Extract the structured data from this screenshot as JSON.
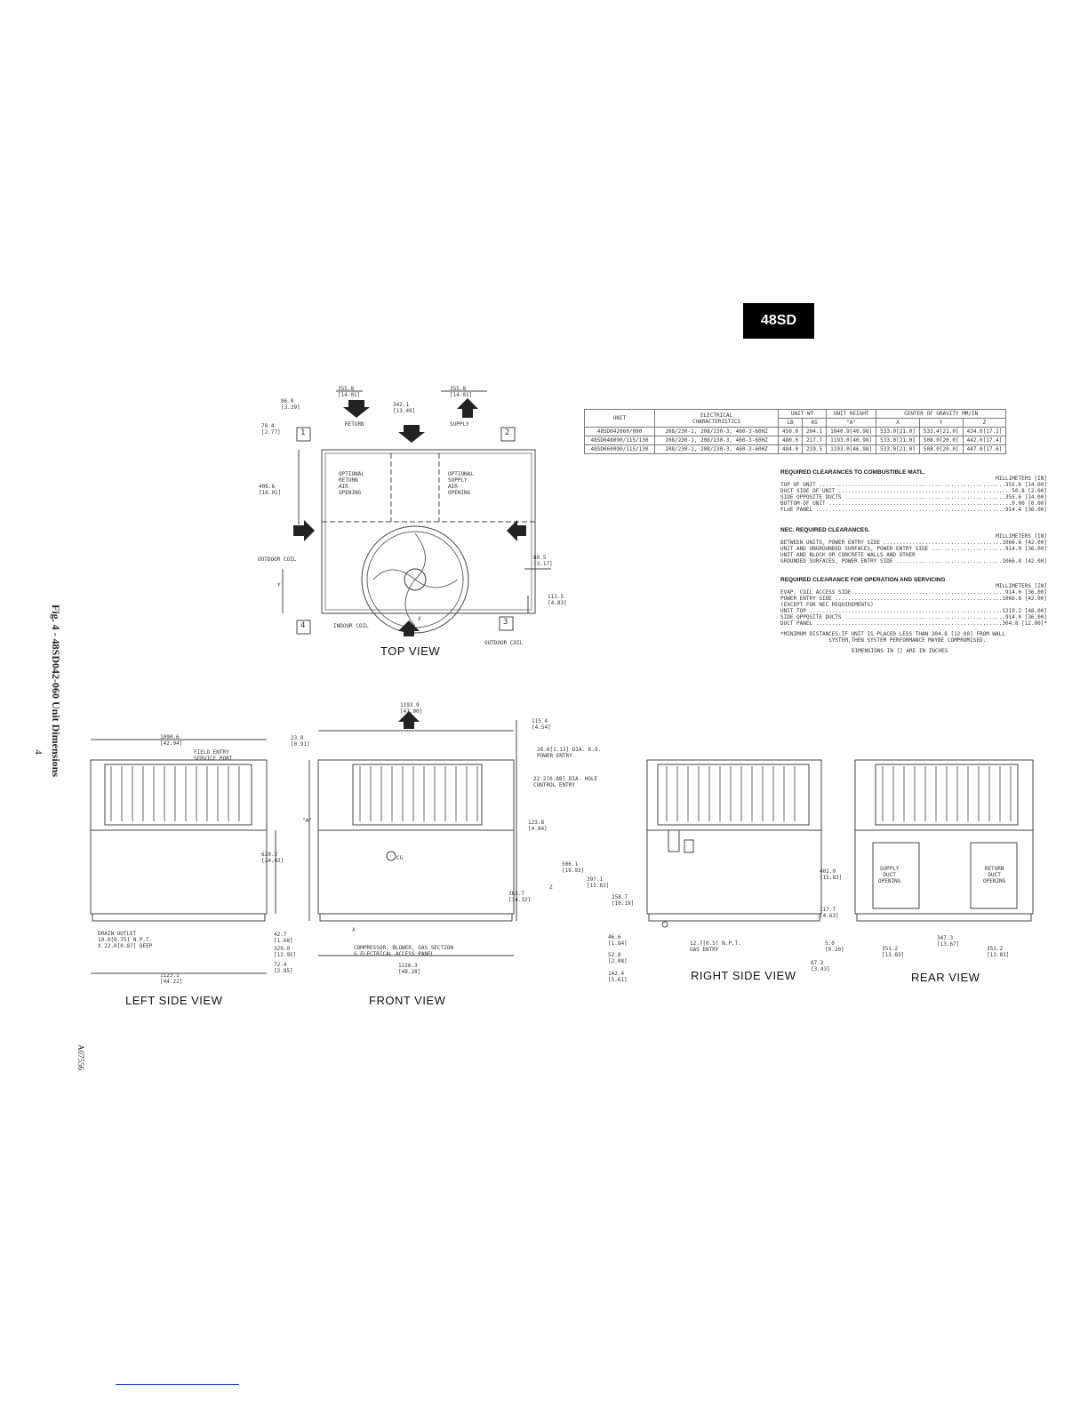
{
  "badge": "48SD",
  "figure": {
    "caption": "Fig. 4 - 48SD042-060 Unit Dimensions",
    "page_number": "4",
    "code": "A07556"
  },
  "views": {
    "top": "TOP VIEW",
    "left": "LEFT SIDE VIEW",
    "front": "FRONT VIEW",
    "right": "RIGHT SIDE VIEW",
    "rear": "REAR VIEW"
  },
  "top_view": {
    "corners": [
      "1",
      "2",
      "3",
      "4"
    ],
    "labels": {
      "return": "RETURN",
      "supply": "SUPPLY",
      "opt_return": "OPTIONAL\nRETURN\nAIR\nOPENING",
      "opt_supply": "OPTIONAL\nSUPPLY\nAIR\nOPENING",
      "outdoor_coil_left": "OUTDOOR COIL",
      "indoor_coil": "INDOOR COIL",
      "outdoor_coil_bottom": "OUTDOOR COIL"
    },
    "dims": {
      "d1": "355.8\n[14.01]",
      "d2": "86.0\n[3.39]",
      "d3": "342.1\n[13.49]",
      "d4": "355.8\n[14.01]",
      "d5": "70.4\n[2.77]",
      "d6": "406.6\n[16.01]",
      "d7": "80.5\n[3.17]",
      "d8": "113.5\n[4.83]",
      "y": "Y",
      "x": "X"
    }
  },
  "spec_table": {
    "headers": [
      "UNIT",
      "ELECTRICAL\nCHARACTERISTICS",
      "UNIT WT",
      "UNIT HEIGHT",
      "CENTER OF GRAVITY MM/IN"
    ],
    "subheaders": [
      "LB",
      "KG",
      "\"A\"",
      "X",
      "Y",
      "Z"
    ],
    "rows": [
      [
        "48SD042060/090",
        "208/230-1, 208/230-3, 460-3-60HZ",
        "450.0",
        "204.1",
        "1040.9[40.98]",
        "533.0[21.0]",
        "533.4[21.0]",
        "434.0[17.1]"
      ],
      [
        "48SD048090/115/130",
        "208/230-1, 208/230-3, 460-3-60HZ",
        "480.0",
        "217.7",
        "1193.0[46.98]",
        "533.0[21.0]",
        "508.0[20.0]",
        "442.0[17.4]"
      ],
      [
        "48SD060090/115/130",
        "208/230-1, 208/230-3, 460-3-60HZ",
        "484.0",
        "219.5",
        "1193.0[46.98]",
        "533.0[21.0]",
        "508.0[20.0]",
        "447.0[17.6]"
      ]
    ]
  },
  "clearances": {
    "combustible": {
      "title": "REQUIRED CLEARANCES TO COMBUSTIBLE MATL.",
      "units": "MILLIMETERS [IN]",
      "rows": [
        [
          "TOP OF UNIT",
          "355.6 [14.00]"
        ],
        [
          "DUCT SIDE OF UNIT",
          "50.8 [2.00]"
        ],
        [
          "SIDE OPPOSITE DUCTS",
          "355.6 [14.00]"
        ],
        [
          "BOTTOM OF UNIT",
          "0.00 [0.00]"
        ],
        [
          "FLUE PANEL",
          "914.4 [36.00]"
        ]
      ]
    },
    "nec": {
      "title": "NEC. REQUIRED CLEARANCES.",
      "units": "MILLIMETERS [IN]",
      "rows": [
        [
          "BETWEEN UNITS, POWER ENTRY SIDE",
          "1066.8 [42.00]"
        ],
        [
          "UNIT AND UNGROUNDED SURFACES, POWER ENTRY SIDE",
          "914.0 [36.00]"
        ],
        [
          "UNIT AND BLOCK OR CONCRETE WALLS AND OTHER",
          ""
        ],
        [
          "GROUNDED SURFACES, POWER ENTRY SIDE",
          "1066.8 [42.00]"
        ]
      ]
    },
    "service": {
      "title": "REQUIRED CLEARANCE FOR OPERATION AND SERVICING",
      "units": "MILLIMETERS [IN]",
      "rows": [
        [
          "EVAP. COIL ACCESS SIDE",
          "914.0 [36.00]"
        ],
        [
          "POWER ENTRY SIDE",
          "1066.8 [42.00]"
        ],
        [
          "(EXCEPT FOR NEC REQUIREMENTS)",
          ""
        ],
        [
          "UNIT TOP",
          "1219.2 [48.00]"
        ],
        [
          "SIDE OPPOSITE DUCTS",
          "914.0 [36.00]"
        ],
        [
          "DUCT PANEL",
          "304.8 [12.00]*"
        ]
      ]
    },
    "note": "*MINIMUM DISTANCES:IF UNIT IS PLACED LESS THAN 304.8 [12.00] FROM WALL\n               SYSTEM,THEN SYSTEM PERFORMANCE MAYBE COMPROMISED.",
    "dims_note": "DIMENSIONS IN [] ARE IN INCHES"
  },
  "side_views": {
    "left": {
      "width_top": "1090.6\n[42.94]",
      "field_entry": "FIELD ENTRY\nSERVICE PORT",
      "h1": "620.2\n[24.42]",
      "drain": "DRAIN OUTLET\n19.0[0.75] N.P.T.\nX 22.0[0.87] DEEP",
      "d_427": "42.7\n[1.68]",
      "d_329": "329.0\n[12.95]",
      "d_724": "72.4\n[2.85]",
      "width_bottom": "1123.1\n[44.22]"
    },
    "front": {
      "width_top": "1193.9\n[47.00]",
      "d_230": "23.0\n[0.91]",
      "d_1154": "115.4\n[4.54]",
      "a": "\"A\"",
      "d_1238": "123.8\n[4.84]",
      "z": "Z",
      "d_3637": "363.7\n[14.32]",
      "cg": "CG",
      "x": "X",
      "compressor": "COMPRESSOR, BLOWER, GAS SECTION\n& ELECTRICAL ACCESS PANEL",
      "width_bottom": "1226.3\n[48.28]"
    },
    "right": {
      "power_entry": "28.6[1.13] DIA. K.O.\nPOWER ENTRY",
      "control_entry": "22.2[0.88] DIA. HOLE\nCONTROL ENTRY",
      "d_5061": "506.1\n[19.93]",
      "d_3971": "397.1\n[15.63]",
      "d_2587": "258.7\n[10.19]",
      "d_466": "46.6\n[1.84]",
      "d_528": "52.8\n[2.08]",
      "d_1424": "142.4\n[5.61]",
      "gas_entry": "12.7[0.5] N.P.T.\nGAS ENTRY"
    },
    "rear": {
      "supply": "SUPPLY\nDUCT\nOPENING",
      "return": "RETURN\nDUCT\nOPENING",
      "d_4020": "402.0\n[15.83]",
      "d_1177": "117.7\n[4.63]",
      "d_50": "5.0\n[0.20]",
      "d_872": "87.2\n[3.43]",
      "d_3512a": "351.2\n[13.83]",
      "d_3473": "347.3\n[13.67]",
      "d_3512b": "351.2\n[13.83]"
    }
  }
}
